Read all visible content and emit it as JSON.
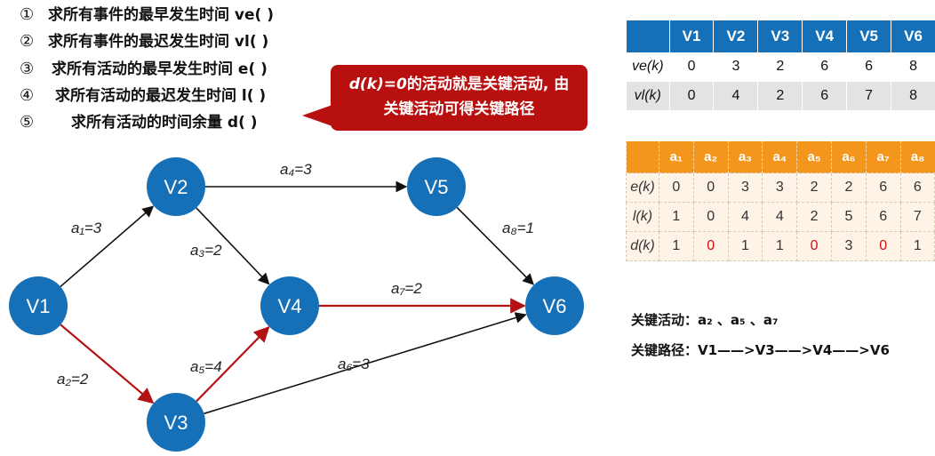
{
  "steps": [
    {
      "num": "①",
      "text": "求所有事件的最早发生时间 ve( )"
    },
    {
      "num": "②",
      "text": "求所有事件的最迟发生时间 vl( )"
    },
    {
      "num": "③",
      "text": "求所有活动的最早发生时间 e( )"
    },
    {
      "num": "④",
      "text": "求所有活动的最迟发生时间 l( )"
    },
    {
      "num": "⑤",
      "text": "求所有活动的时间余量 d( )"
    }
  ],
  "callout": {
    "line1_italic": "d(k)=0",
    "line1_rest": "的活动就是关键活动, 由",
    "line2": "关键活动可得关键路径"
  },
  "vertex_table": {
    "headers": [
      "V1",
      "V2",
      "V3",
      "V4",
      "V5",
      "V6"
    ],
    "rows": [
      {
        "label": "ve(k)",
        "values": [
          "0",
          "3",
          "2",
          "6",
          "6",
          "8"
        ]
      },
      {
        "label": "vl(k)",
        "values": [
          "0",
          "4",
          "2",
          "6",
          "7",
          "8"
        ]
      }
    ]
  },
  "activity_table": {
    "headers": [
      "a₁",
      "a₂",
      "a₃",
      "a₄",
      "a₅",
      "a₆",
      "a₇",
      "a₈"
    ],
    "rows": [
      {
        "label": "e(k)",
        "values": [
          "0",
          "0",
          "3",
          "3",
          "2",
          "2",
          "6",
          "6"
        ]
      },
      {
        "label": "l(k)",
        "values": [
          "1",
          "0",
          "4",
          "4",
          "2",
          "5",
          "6",
          "7"
        ]
      },
      {
        "label": "d(k)",
        "values": [
          "1",
          "0",
          "1",
          "1",
          "0",
          "3",
          "0",
          "1"
        ]
      }
    ]
  },
  "result": {
    "critical_activities": "关键活动：a₂ 、a₅ 、a₇",
    "critical_path": "关键路径：V1——>V3——>V4——>V6"
  },
  "graph": {
    "nodes": [
      {
        "id": "V1",
        "label": "V1"
      },
      {
        "id": "V2",
        "label": "V2"
      },
      {
        "id": "V3",
        "label": "V3"
      },
      {
        "id": "V4",
        "label": "V4"
      },
      {
        "id": "V5",
        "label": "V5"
      },
      {
        "id": "V6",
        "label": "V6"
      }
    ],
    "edges": [
      {
        "from": "V1",
        "to": "V2",
        "label": "a₁=3",
        "critical": false
      },
      {
        "from": "V1",
        "to": "V3",
        "label": "a₂=2",
        "critical": true
      },
      {
        "from": "V2",
        "to": "V4",
        "label": "a₃=2",
        "critical": false
      },
      {
        "from": "V2",
        "to": "V5",
        "label": "a₄=3",
        "critical": false
      },
      {
        "from": "V3",
        "to": "V4",
        "label": "a₅=4",
        "critical": true
      },
      {
        "from": "V3",
        "to": "V6",
        "label": "a₆=3",
        "critical": false
      },
      {
        "from": "V4",
        "to": "V6",
        "label": "a₇=2",
        "critical": true
      },
      {
        "from": "V5",
        "to": "V6",
        "label": "a₈=1",
        "critical": false
      }
    ],
    "colors": {
      "node": "#1670b7",
      "edge": "#111111",
      "critical_edge": "#b31212"
    }
  }
}
